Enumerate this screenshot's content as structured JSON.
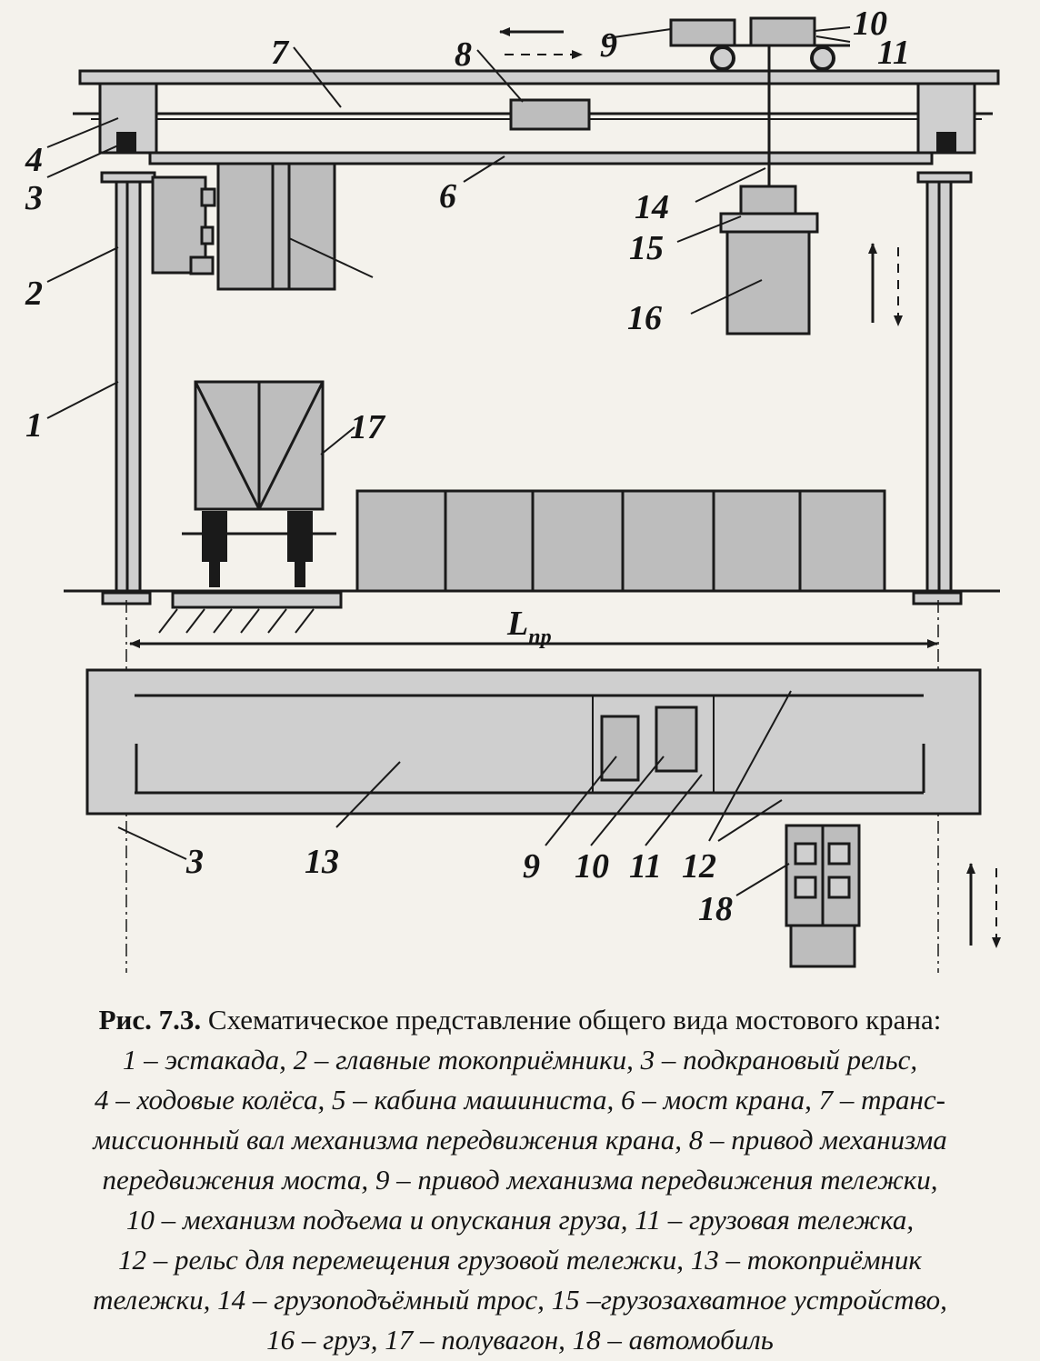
{
  "labels": {
    "l1": "1",
    "l2": "2",
    "l3": "3",
    "l3b": "3",
    "l4": "4",
    "l6": "6",
    "l7": "7",
    "l8": "8",
    "l9": "9",
    "l9b": "9",
    "l10": "10",
    "l10b": "10",
    "l11": "11",
    "l11b": "11",
    "l12": "12",
    "l13": "13",
    "l14": "14",
    "l15": "15",
    "l16": "16",
    "l17": "17",
    "l18": "18",
    "span_main": "L",
    "span_sub": "пр"
  },
  "caption": {
    "fig_number": "Рис. 7.3.",
    "title": "Схематическое представление общего вида мостового крана:",
    "lines": [
      "1 – эстакада, 2 – главные токоприёмники, 3 – подкрановый рельс,",
      "4 – ходовые колёса, 5 – кабина машиниста, 6 – мост крана, 7 – транс-",
      "миссионный вал механизма передвижения крана,  8 – привод механизма",
      "передвижения моста, 9 – привод механизма передвижения тележки,",
      "10 – механизм подъема и опускания груза, 11 – грузовая тележка,",
      "12 – рельс для перемещения грузовой тележки, 13 – токоприёмник",
      "тележки, 14 – грузоподъёмный трос, 15 –грузозахватное устройство,",
      "16 – груз, 17 – полувагон,  18 – автомобиль"
    ]
  }
}
